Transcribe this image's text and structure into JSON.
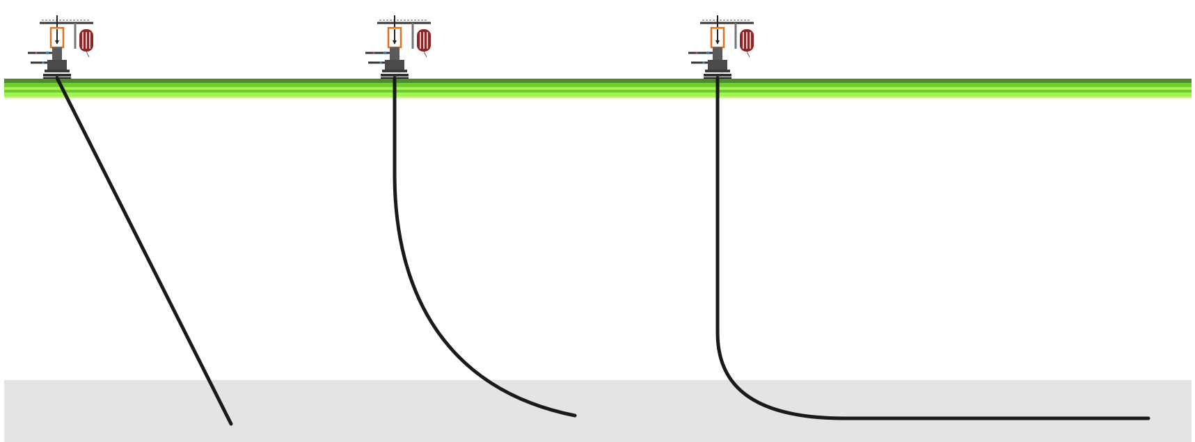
{
  "colors": {
    "background": "#ffffff",
    "ground_dark": "#4e8a2a",
    "ground_mid": "#6ccf2e",
    "ground_light": "#a6f05a",
    "reservoir": "#e3e5e4",
    "well_path": "#1a1a1a",
    "wellhead_steel": "#4a4a4a",
    "wellhead_orange": "#e0701a",
    "tank_red": "#8e2424"
  },
  "wells": [
    {
      "name": "slanted-well",
      "type": "slanted"
    },
    {
      "name": "deviated-well",
      "type": "curved"
    },
    {
      "name": "horizontal-well",
      "type": "horizontal"
    }
  ],
  "icons": [
    "wellhead-icon",
    "tank-icon",
    "valve-icon"
  ]
}
